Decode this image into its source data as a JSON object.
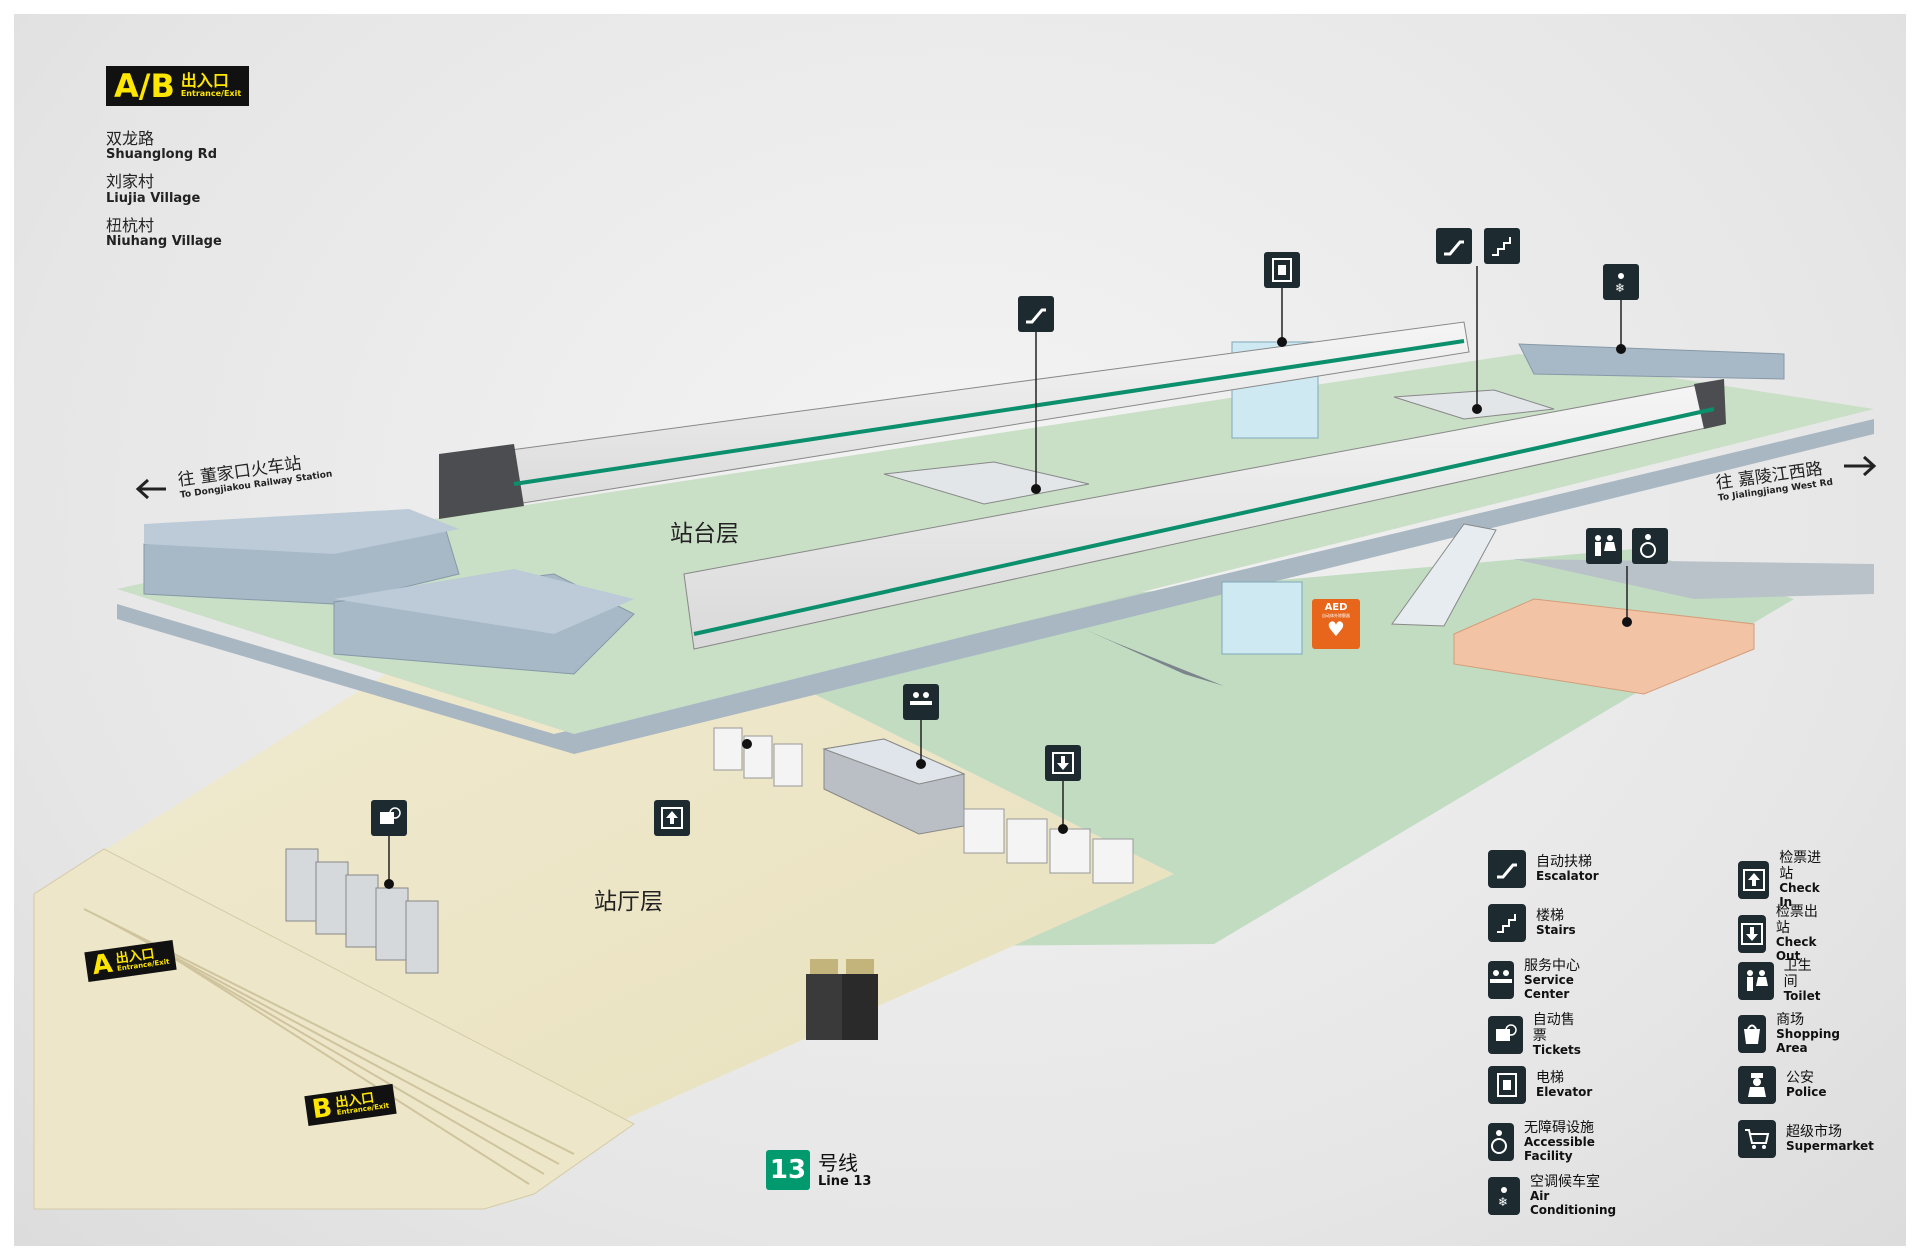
{
  "ab_badge": {
    "letters": "A/B",
    "cn": "出入口",
    "en": "Entrance/Exit"
  },
  "exits": [
    {
      "cn": "双龙路",
      "en": "Shuanglong Rd"
    },
    {
      "cn": "刘家村",
      "en": "Liujia Village"
    },
    {
      "cn": "杻杭村",
      "en": "Niuhang Village"
    }
  ],
  "directions": {
    "left": {
      "cn": "往 董家口火车站",
      "en": "To Dongjiakou Railway Station"
    },
    "right": {
      "cn": "往 嘉陵江西路",
      "en": "To Jialingjiang West Rd"
    }
  },
  "floors": {
    "platform": "站台层",
    "concourse": "站厅层"
  },
  "entrance_a": {
    "letter": "A",
    "cn": "出入口",
    "en": "Entrance/Exit"
  },
  "entrance_b": {
    "letter": "B",
    "cn": "出入口",
    "en": "Entrance/Exit"
  },
  "aed": {
    "label": "AED",
    "sub": "自动体外除颤器"
  },
  "line": {
    "number": "13",
    "cn": "号线",
    "en": "Line 13"
  },
  "legend": [
    {
      "icon": "escalator-icon",
      "cn": "自动扶梯",
      "en": "Escalator"
    },
    {
      "icon": "stairs-icon",
      "cn": "楼梯",
      "en": "Stairs"
    },
    {
      "icon": "service-center-icon",
      "cn": "服务中心",
      "en": "Service Center"
    },
    {
      "icon": "tickets-icon",
      "cn": "自动售票",
      "en": "Tickets"
    },
    {
      "icon": "elevator-icon",
      "cn": "电梯",
      "en": "Elevator"
    },
    {
      "icon": "accessible-icon",
      "cn": "无障碍设施",
      "en": "Accessible Facility"
    },
    {
      "icon": "air-conditioning-icon",
      "cn": "空调候车室",
      "en": "Air Conditioning"
    },
    {
      "icon": "check-in-icon",
      "cn": "检票进站",
      "en": "Check In"
    },
    {
      "icon": "check-out-icon",
      "cn": "检票出站",
      "en": "Check Out"
    },
    {
      "icon": "toilet-icon",
      "cn": "卫生间",
      "en": "Toilet"
    },
    {
      "icon": "shopping-icon",
      "cn": "商场",
      "en": "Shopping Area"
    },
    {
      "icon": "police-icon",
      "cn": "公安",
      "en": "Police"
    },
    {
      "icon": "supermarket-icon",
      "cn": "超级市场",
      "en": "Supermarket"
    }
  ],
  "colors": {
    "platform_floor": "#c9dfc6",
    "concourse_floor": "#ece5c4",
    "train_stripe": "#0b8f6d",
    "sign_bg": "#1d2a30",
    "badge_yellow": "#ffe600",
    "aed_orange": "#e8661c",
    "toilet_area": "#f2c3a4"
  }
}
